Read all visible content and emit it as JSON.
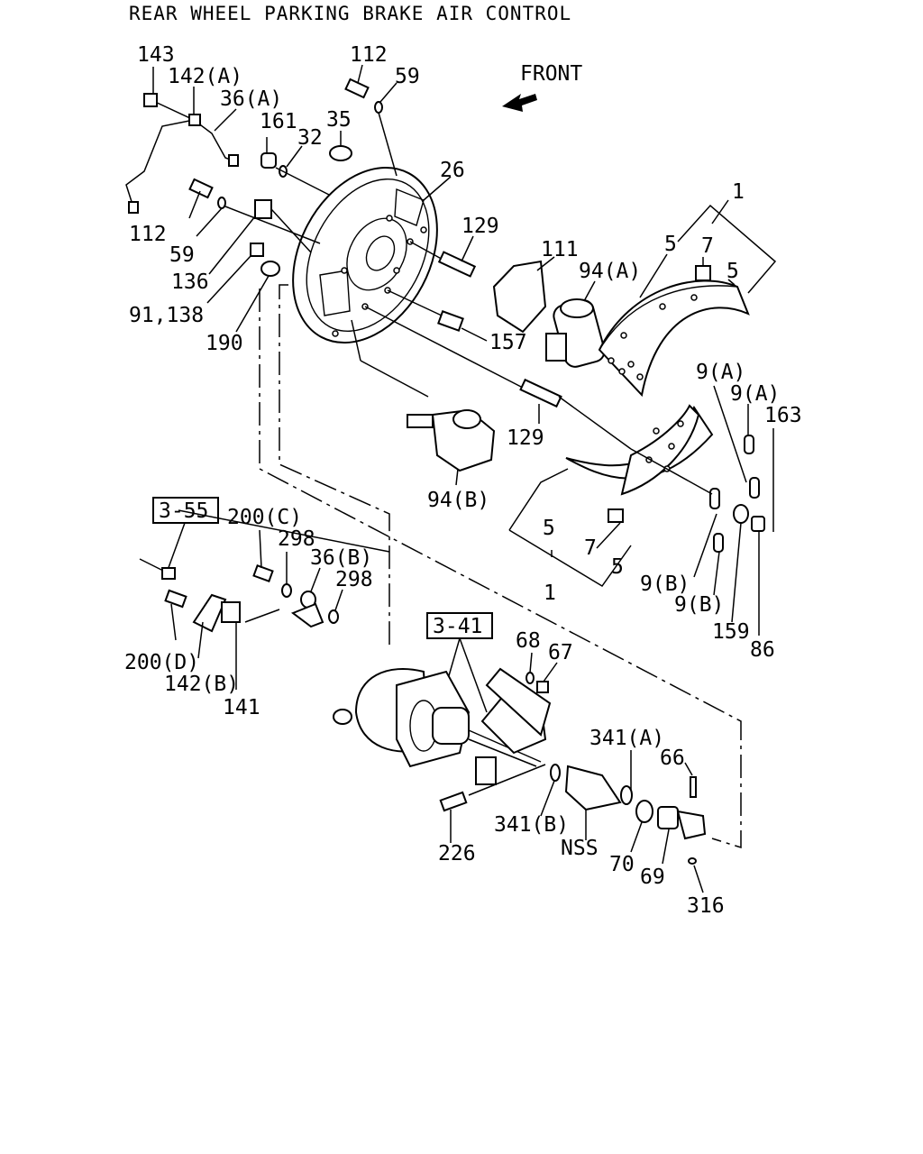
{
  "title": "REAR WHEEL PARKING BRAKE AIR CONTROL",
  "direction_label": "FRONT",
  "references": [
    "3-55",
    "3-41"
  ],
  "callouts": {
    "c143": "143",
    "c142a": "142(A)",
    "c36a": "36(A)",
    "c112a": "112",
    "c59a": "59",
    "c161": "161",
    "c32": "32",
    "c35": "35",
    "c26": "26",
    "c112b": "112",
    "c59b": "59",
    "c136": "136",
    "c91_138": "91,138",
    "c190": "190",
    "c129a": "129",
    "c111": "111",
    "c94a": "94(A)",
    "c157": "157",
    "c1a": "1",
    "c5a": "5",
    "c7a": "7",
    "c5b": "5",
    "c9a1": "9(A)",
    "c9a2": "9(A)",
    "c163": "163",
    "c129b": "129",
    "c94b": "94(B)",
    "c5c": "5",
    "c7b": "7",
    "c5d": "5",
    "c1b": "1",
    "c9b1": "9(B)",
    "c9b2": "9(B)",
    "c159": "159",
    "c86": "86",
    "c200c": "200(C)",
    "c298a": "298",
    "c36b": "36(B)",
    "c298b": "298",
    "c200d": "200(D)",
    "c142b": "142(B)",
    "c141": "141",
    "c68": "68",
    "c67": "67",
    "c341a": "341(A)",
    "c66": "66",
    "c341b": "341(B)",
    "c226": "226",
    "cnss": "NSS",
    "c70": "70",
    "c69": "69",
    "c316": "316"
  },
  "icons": {
    "front_arrow": "arrow-icon"
  }
}
